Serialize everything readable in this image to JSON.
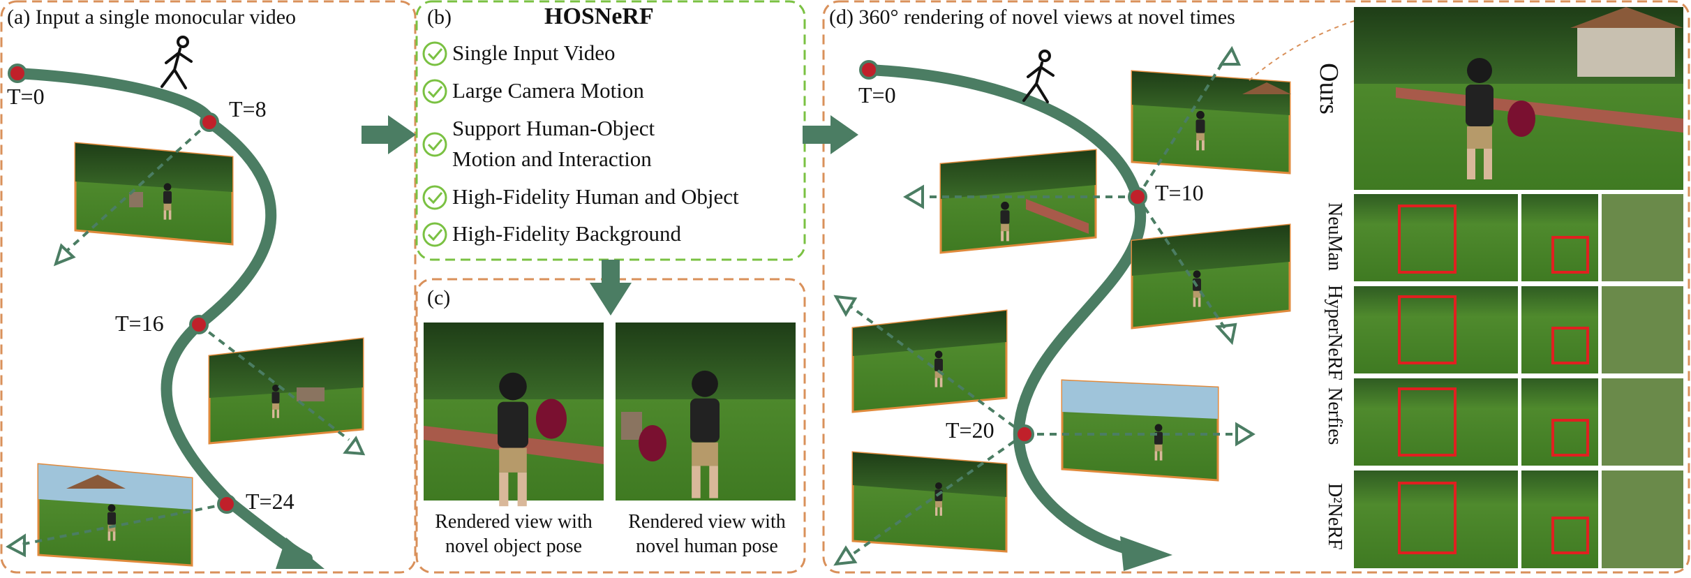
{
  "panel_a": {
    "title": "(a)  Input a single monocular video",
    "times": [
      "T=0",
      "T=8",
      "T=16",
      "T=24"
    ]
  },
  "panel_b": {
    "tag": "(b)",
    "title": "HOSNeRF",
    "features": [
      "Single Input Video",
      "Large Camera Motion",
      "Support Human-Object",
      "Motion and Interaction",
      "High-Fidelity Human and Object",
      "High-Fidelity Background"
    ]
  },
  "panel_c": {
    "tag": "(c)",
    "captions": [
      "Rendered view with novel object pose",
      "Rendered view with novel human pose"
    ]
  },
  "panel_d": {
    "title": "(d)  360° rendering of novel views at novel times",
    "times": [
      "T=0",
      "T=10",
      "T=20"
    ]
  },
  "comparison": {
    "methods": [
      "Ours",
      "NeuMan",
      "HyperNeRF",
      "Nerfies",
      "D²NeRF"
    ]
  },
  "colors": {
    "frame": "#d9905a",
    "trajectory": "#4b7d63",
    "green_box": "#7ac142",
    "marker": "#c0202a",
    "crop": "#e02020"
  },
  "icons": [
    "walking-person-icon",
    "check-circle-icon",
    "arrow-right-icon",
    "arrow-down-icon",
    "camera-frustum-icon"
  ]
}
